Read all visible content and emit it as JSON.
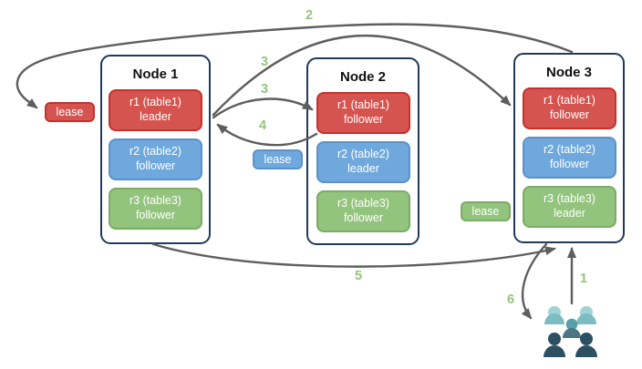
{
  "nodes": [
    {
      "title": "Node 1",
      "replicas": [
        {
          "range": "r1 (table1)",
          "role": "leader",
          "color": "red"
        },
        {
          "range": "r2 (table2)",
          "role": "follower",
          "color": "blue"
        },
        {
          "range": "r3 (table3)",
          "role": "follower",
          "color": "green"
        }
      ]
    },
    {
      "title": "Node 2",
      "replicas": [
        {
          "range": "r1 (table1)",
          "role": "follower",
          "color": "red"
        },
        {
          "range": "r2 (table2)",
          "role": "leader",
          "color": "blue"
        },
        {
          "range": "r3 (table3)",
          "role": "follower",
          "color": "green"
        }
      ]
    },
    {
      "title": "Node 3",
      "replicas": [
        {
          "range": "r1 (table1)",
          "role": "follower",
          "color": "red"
        },
        {
          "range": "r2 (table2)",
          "role": "follower",
          "color": "blue"
        },
        {
          "range": "r3 (table3)",
          "role": "leader",
          "color": "green"
        }
      ]
    }
  ],
  "leases": [
    {
      "label": "lease",
      "color": "red"
    },
    {
      "label": "lease",
      "color": "blue"
    },
    {
      "label": "lease",
      "color": "green"
    }
  ],
  "steps": {
    "s1": "1",
    "s2": "2",
    "s3a": "3",
    "s3b": "3",
    "s4": "4",
    "s5": "5",
    "s6": "6"
  },
  "colors": {
    "red": "#d5544f",
    "red_border": "#c9302c",
    "blue": "#6fa8dc",
    "blue_border": "#5b92c9",
    "green": "#93c47d",
    "green_border": "#7cab64",
    "node_border": "#22395c",
    "arrow": "#5e5e5e",
    "step_label": "#93c47d",
    "users_light": "#9fd3d6",
    "users_light_body": "#7cbcc2",
    "users_mid": "#57a0a9",
    "users_mid_body": "#4c7683",
    "users_dark": "#2c4f61"
  }
}
